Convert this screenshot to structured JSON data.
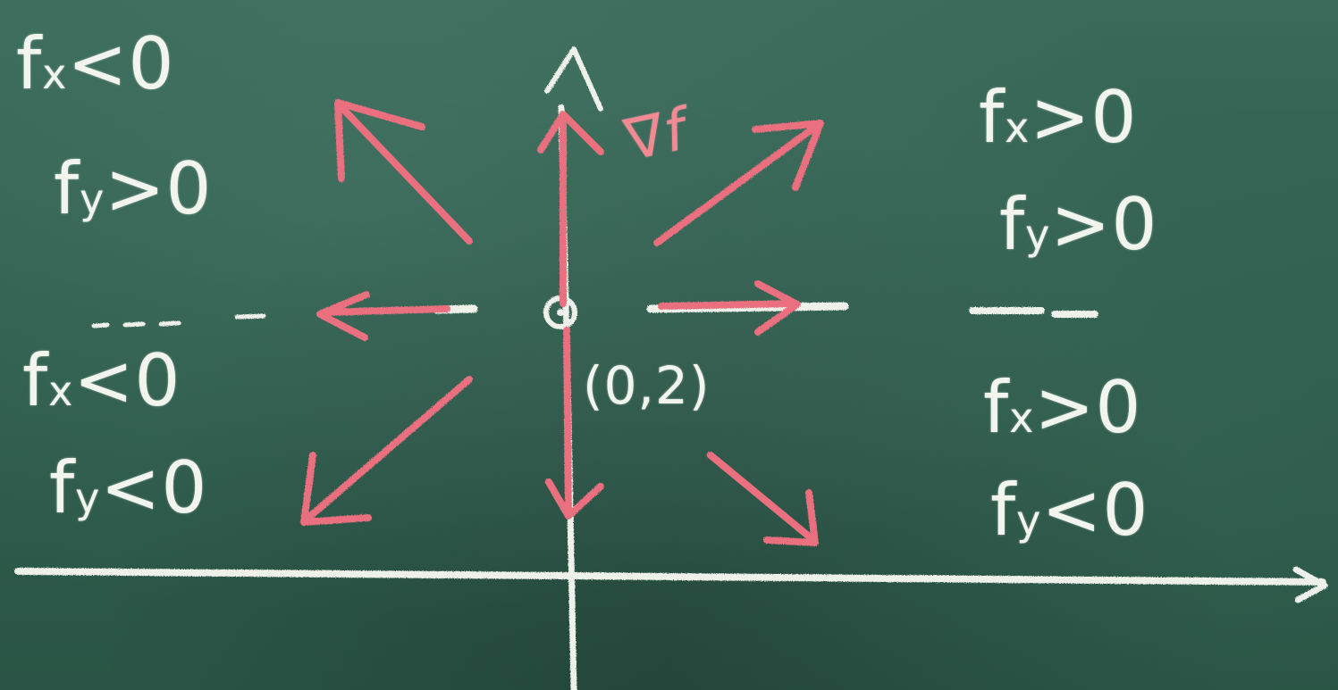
{
  "board": {
    "background": "#2f5d4e",
    "chalk_color": "#f2f4ee",
    "arrow_color": "#ea6f80"
  },
  "labels": {
    "q2_fx": {
      "base": "f",
      "sub": "x",
      "rel": "<0"
    },
    "q2_fy": {
      "base": "f",
      "sub": "y",
      "rel": ">0"
    },
    "q1_fx": {
      "base": "f",
      "sub": "x",
      "rel": ">0"
    },
    "q1_fy": {
      "base": "f",
      "sub": "y",
      "rel": ">0"
    },
    "q3_fx": {
      "base": "f",
      "sub": "x",
      "rel": "<0"
    },
    "q3_fy": {
      "base": "f",
      "sub": "y",
      "rel": "<0"
    },
    "q4_fx": {
      "base": "f",
      "sub": "x",
      "rel": ">0"
    },
    "q4_fy": {
      "base": "f",
      "sub": "y",
      "rel": "<0"
    },
    "point": "(0,2)",
    "gradient": "∇f"
  }
}
